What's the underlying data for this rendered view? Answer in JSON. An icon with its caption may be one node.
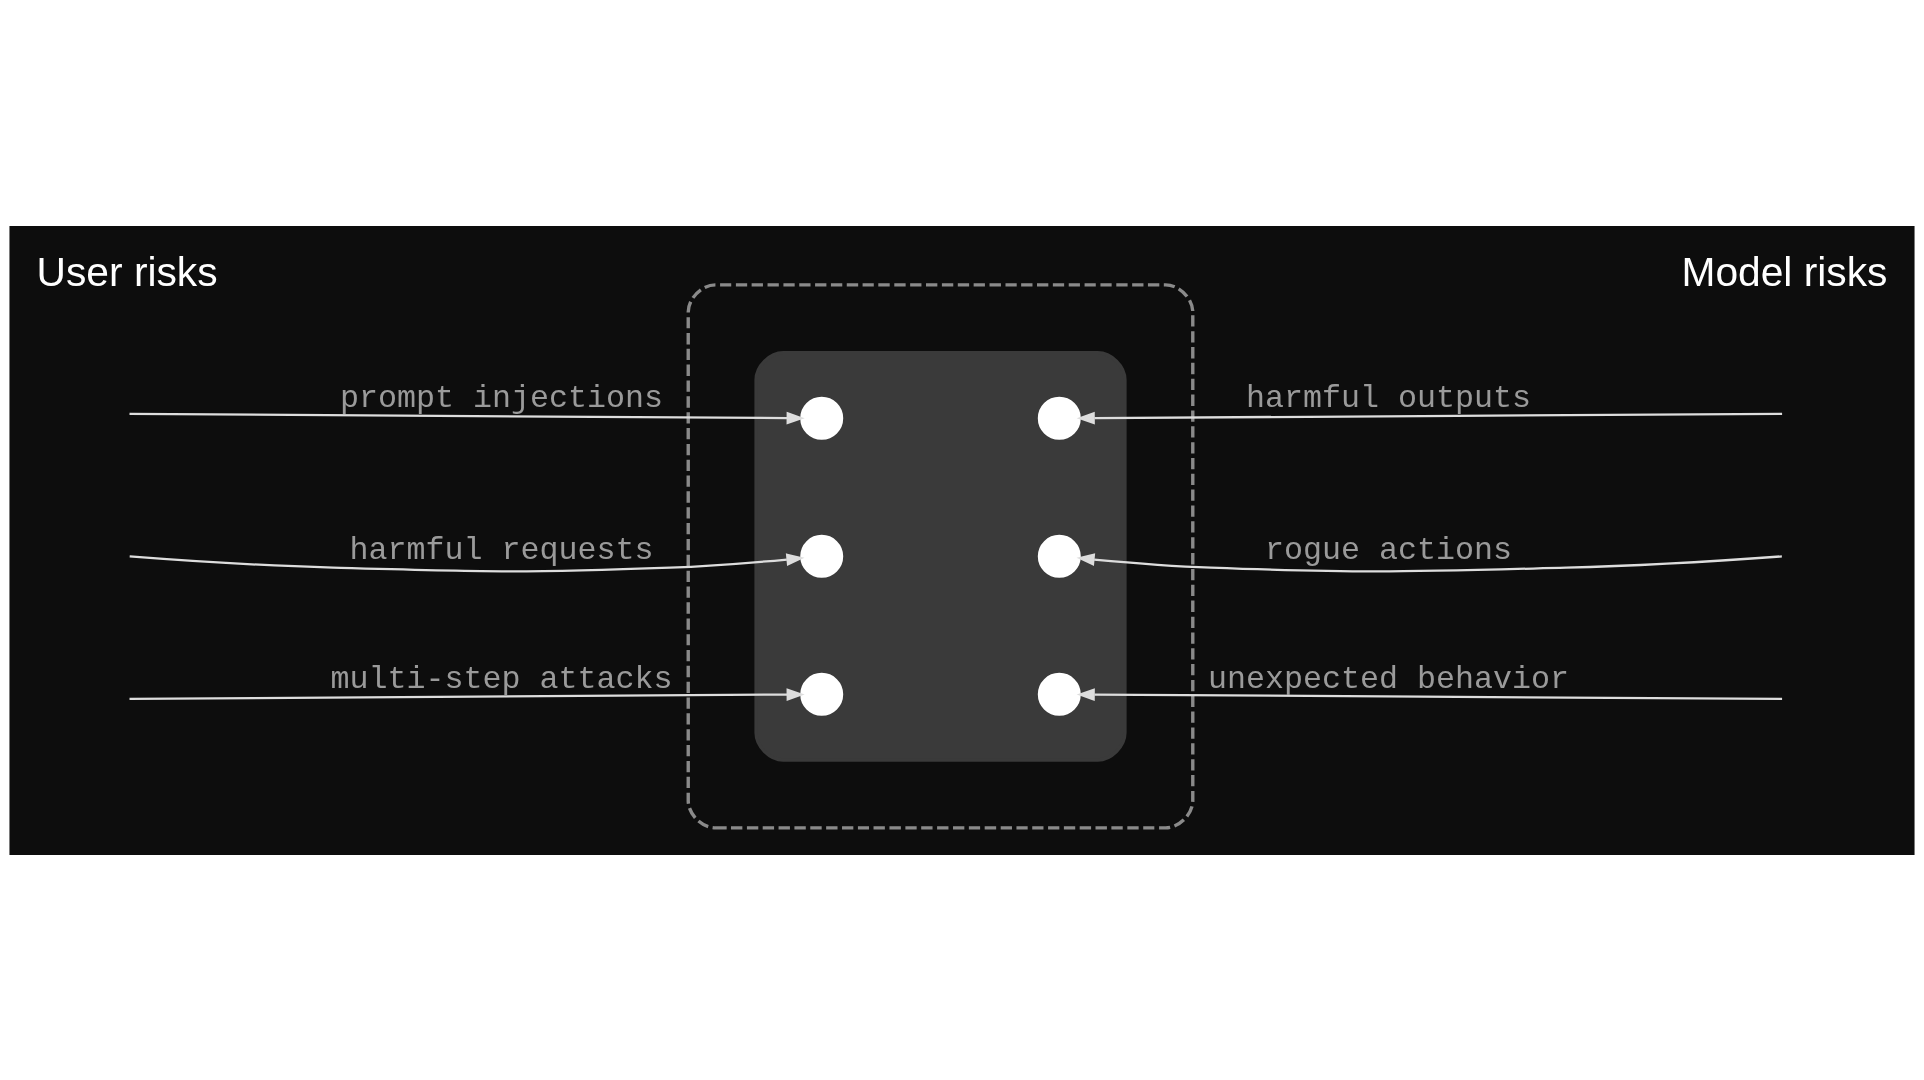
{
  "diagram": {
    "nodes": [
      {
        "text": [],
        "shape": "box"
      },
      {
        "text": [],
        "shape": "box",
        "in": 0
      },
      {
        "text": [],
        "shape": "circle",
        "in": 1
      },
      {
        "text": [],
        "shape": "circle",
        "in": 1
      },
      {
        "text": [],
        "shape": "circle",
        "in": 1
      },
      {
        "text": [],
        "shape": "circle",
        "in": 1
      },
      {
        "text": [],
        "shape": "circle",
        "in": 1
      },
      {
        "text": [],
        "shape": "circle",
        "in": 1
      }
    ],
    "edges": [
      {
        "from": null,
        "to": 2,
        "arrow": "to",
        "label": "prompt injections"
      },
      {
        "from": null,
        "to": 3,
        "arrow": "to",
        "label": "harmful outputs"
      },
      {
        "from": null,
        "to": 4,
        "arrow": "to",
        "label": "harmful requests"
      },
      {
        "from": null,
        "to": 5,
        "arrow": "to",
        "label": "rogue actions"
      },
      {
        "from": null,
        "to": 6,
        "arrow": "to",
        "label": "multi-step attacks"
      },
      {
        "from": null,
        "to": 7,
        "arrow": "to",
        "label": "unexpected behavior"
      }
    ],
    "labels": [
      "User risks",
      "Model risks"
    ]
  }
}
